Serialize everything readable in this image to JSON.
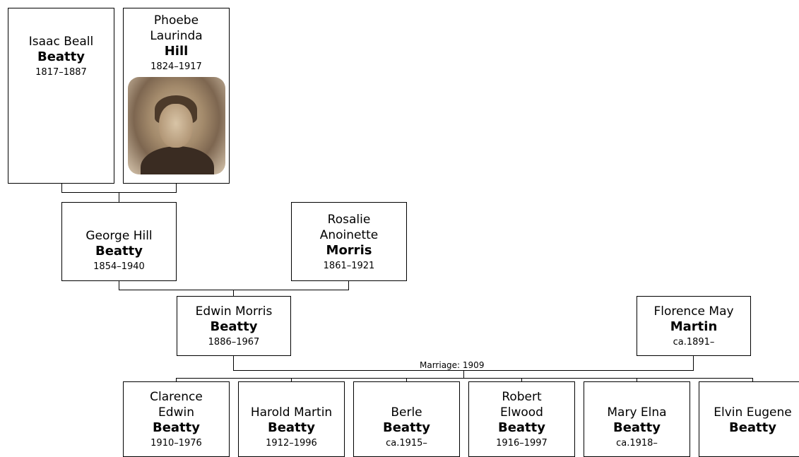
{
  "people": {
    "isaac": {
      "given": "Isaac Beall",
      "surname": "Beatty",
      "dates": "1817–1887"
    },
    "phoebe": {
      "given": "Phoebe Laurinda",
      "surname": "Hill",
      "dates": "1824–1917"
    },
    "george": {
      "given": "George Hill",
      "surname": "Beatty",
      "dates": "1854–1940"
    },
    "rosalie": {
      "given": "Rosalie Anoinette",
      "surname": "Morris",
      "dates": "1861–1921"
    },
    "edwin": {
      "given": "Edwin Morris",
      "surname": "Beatty",
      "dates": "1886–1967"
    },
    "florence": {
      "given": "Florence May",
      "surname": "Martin",
      "dates": "ca.1891–"
    },
    "clarence": {
      "given": "Clarence Edwin",
      "surname": "Beatty",
      "dates": "1910–1976"
    },
    "harold": {
      "given": "Harold Martin",
      "surname": "Beatty",
      "dates": "1912–1996"
    },
    "berle": {
      "given": "Berle",
      "surname": "Beatty",
      "dates": "ca.1915–"
    },
    "robert": {
      "given": "Robert Elwood",
      "surname": "Beatty",
      "dates": "1916–1997"
    },
    "mary": {
      "given": "Mary Elna",
      "surname": "Beatty",
      "dates": "ca.1918–"
    },
    "elvin": {
      "given": "Elvin Eugene",
      "surname": "Beatty",
      "dates": ""
    }
  },
  "marriage_label": "Marriage: 1909"
}
